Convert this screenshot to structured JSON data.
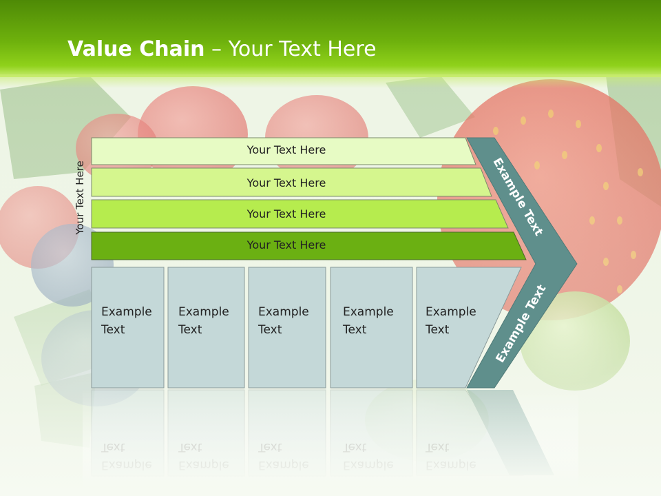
{
  "title": {
    "bold": "Value Chain",
    "rest": " – Your Text Here"
  },
  "side_label": "Your Text Here",
  "bands": [
    {
      "label": "Your Text Here",
      "color": "#e7fbc4"
    },
    {
      "label": "Your Text Here",
      "color": "#d5f68e"
    },
    {
      "label": "Your Text Here",
      "color": "#b6ec4e"
    },
    {
      "label": "Your Text Here",
      "color": "#6bb012"
    }
  ],
  "boxes": [
    {
      "line1": "Example",
      "line2": "Text"
    },
    {
      "line1": "Example",
      "line2": "Text"
    },
    {
      "line1": "Example",
      "line2": "Text"
    },
    {
      "line1": "Example",
      "line2": "Text"
    },
    {
      "line1": "Example",
      "line2": "Text"
    }
  ],
  "arrow": {
    "upper_label": "Example Text",
    "lower_label": "Example Text",
    "color": "#5f8f8c"
  },
  "box_color": "#c4d8d8"
}
